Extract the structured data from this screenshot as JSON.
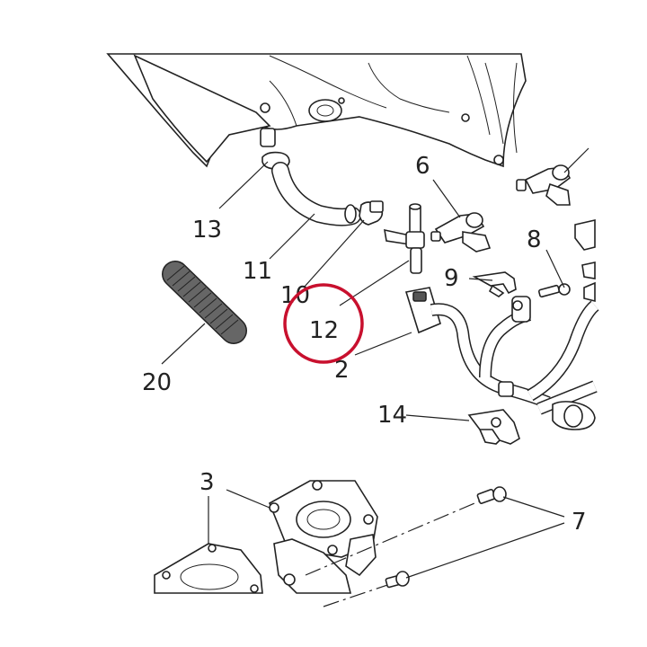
{
  "diagram": {
    "callouts": {
      "c2": "2",
      "c3": "3",
      "c6": "6",
      "c7": "7",
      "c8": "8",
      "c9": "9",
      "c10": "10",
      "c11": "11",
      "c12": "12",
      "c13": "13",
      "c14": "14",
      "c20": "20"
    },
    "highlight": {
      "target": "12",
      "color": "#c8102e"
    }
  }
}
